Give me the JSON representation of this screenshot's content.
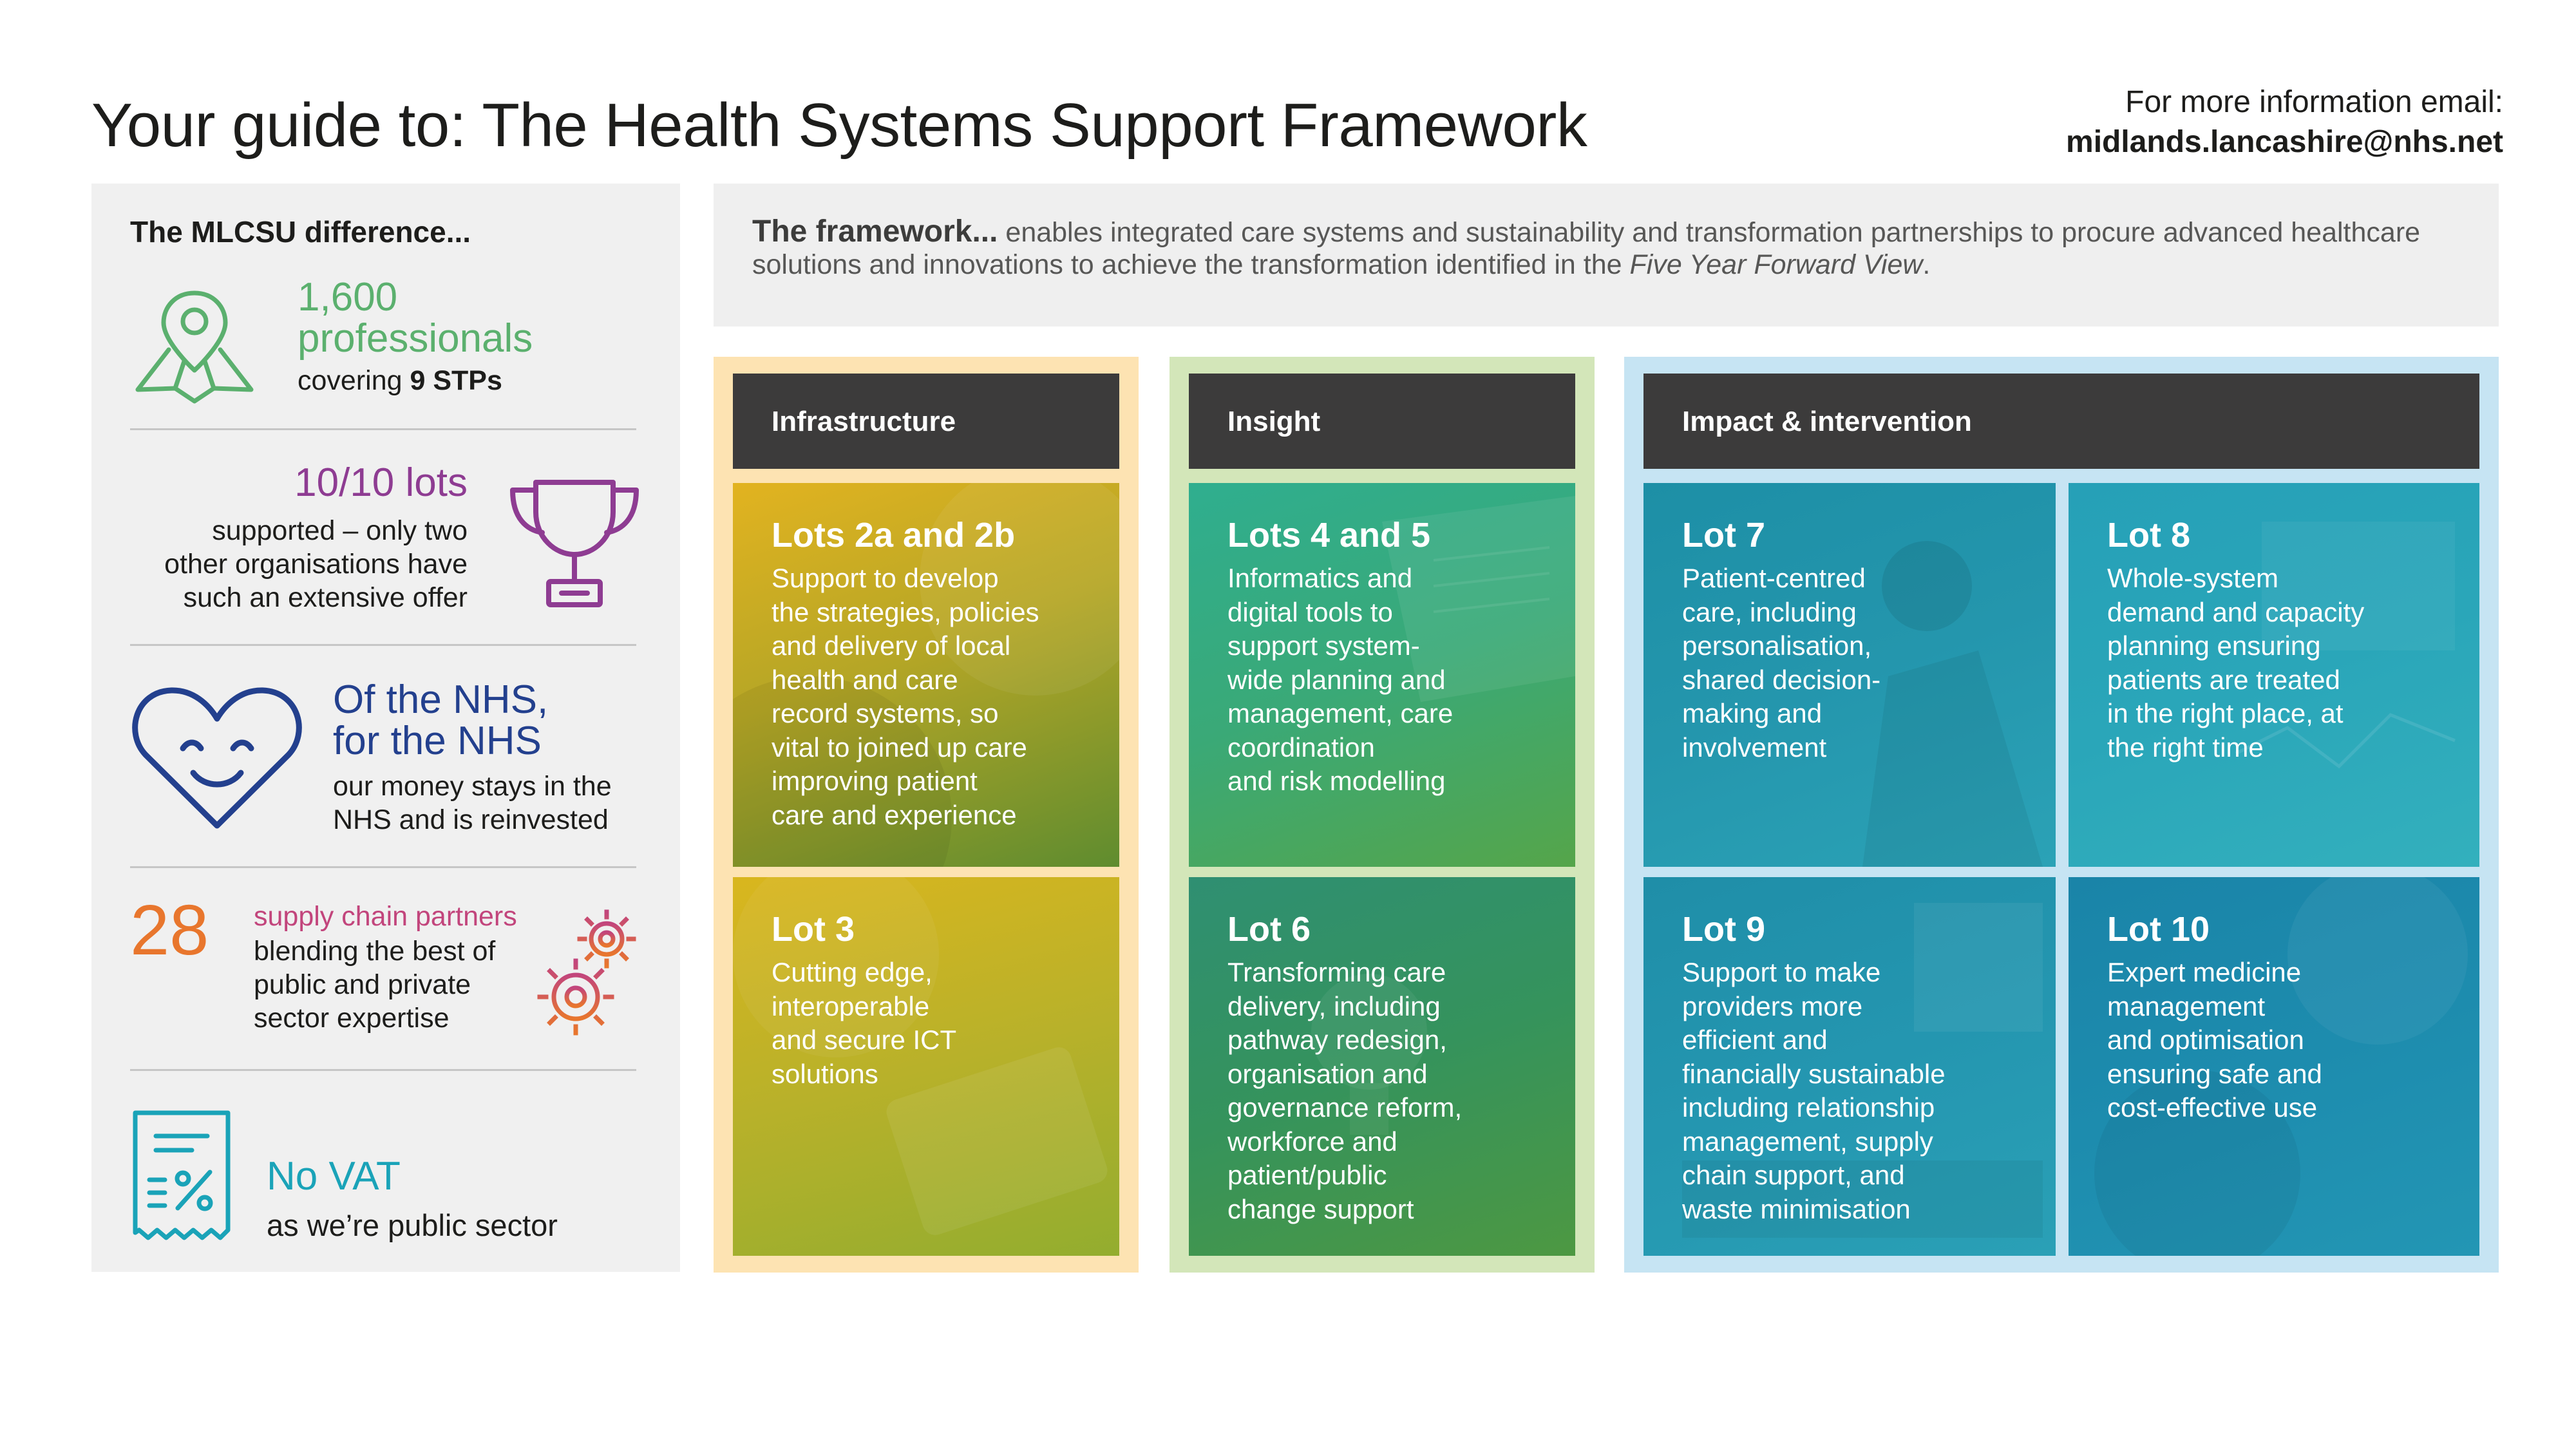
{
  "header": {
    "title": "Your guide to: The Health Systems Support Framework",
    "contact_label": "For more information email:",
    "contact_email": "midlands.lancashire@nhs.net"
  },
  "left_panel": {
    "heading": "The MLCSU difference...",
    "stats": [
      {
        "big": "1,600\nprofessionals",
        "small_prefix": "covering ",
        "small_bold": "9 STPs",
        "icon": "map-pin-icon",
        "color": "#5bb06e"
      },
      {
        "big": "10/10 lots",
        "small": "supported – only two\nother organisations have\nsuch an extensive offer",
        "icon": "trophy-icon",
        "color": "#8e3c92"
      },
      {
        "big": "Of the NHS,\nfor the NHS",
        "small": "our money stays in the\nNHS and is reinvested",
        "icon": "smiling-heart-icon",
        "color": "#23408e"
      },
      {
        "big": "28",
        "label": "supply chain partners",
        "small": "blending the best of\npublic and private\nsector expertise",
        "icon": "gears-icon",
        "color": "#e8762d"
      },
      {
        "big": "No VAT",
        "small": "as we’re public sector",
        "icon": "receipt-percent-icon",
        "color": "#1aa3b8"
      }
    ]
  },
  "framework": {
    "lead": "The framework...",
    "text_before": " enables integrated care systems and sustainability and transformation partnerships to procure advanced healthcare solutions and innovations to achieve the transformation identified in the ",
    "italic": "Five Year Forward View",
    "text_after": "."
  },
  "columns": [
    {
      "title": "Infrastructure",
      "border": "#fde3b2",
      "tiles": [
        {
          "title": "Lots 2a and 2b",
          "body": "Support to develop\nthe strategies, policies\nand delivery of local\nhealth and care\nrecord systems, so\nvital to joined up care\nimproving patient\ncare and experience"
        },
        {
          "title": "Lot 3",
          "body": "Cutting edge,\ninteroperable\nand secure ICT\nsolutions"
        }
      ]
    },
    {
      "title": "Insight",
      "border": "#d3e6b9",
      "tiles": [
        {
          "title": "Lots 4 and 5",
          "body": "Informatics and\ndigital tools to\nsupport system-\nwide planning and\nmanagement, care\ncoordination\nand risk modelling"
        },
        {
          "title": "Lot 6",
          "body": "Transforming care\ndelivery, including\npathway redesign,\norganisation and\ngovernance reform,\nworkforce and\npatient/public\nchange support"
        }
      ]
    },
    {
      "title": "Impact & intervention",
      "border": "#c6e4f3",
      "tiles": [
        {
          "title": "Lot 7",
          "body": "Patient-centred\ncare, including\npersonalisation,\nshared decision-\nmaking and\ninvolvement"
        },
        {
          "title": "Lot 8",
          "body": "Whole-system\ndemand and capacity\nplanning ensuring\npatients are treated\nin the right place, at\nthe right time"
        },
        {
          "title": "Lot 9",
          "body": "Support to make\nproviders more\nefficient and\nfinancially sustainable\nincluding relationship\nmanagement, supply\nchain support, and\nwaste minimisation"
        },
        {
          "title": "Lot 10",
          "body": "Expert medicine\nmanagement\nand optimisation\nensuring safe and\ncost-effective use"
        }
      ]
    }
  ]
}
